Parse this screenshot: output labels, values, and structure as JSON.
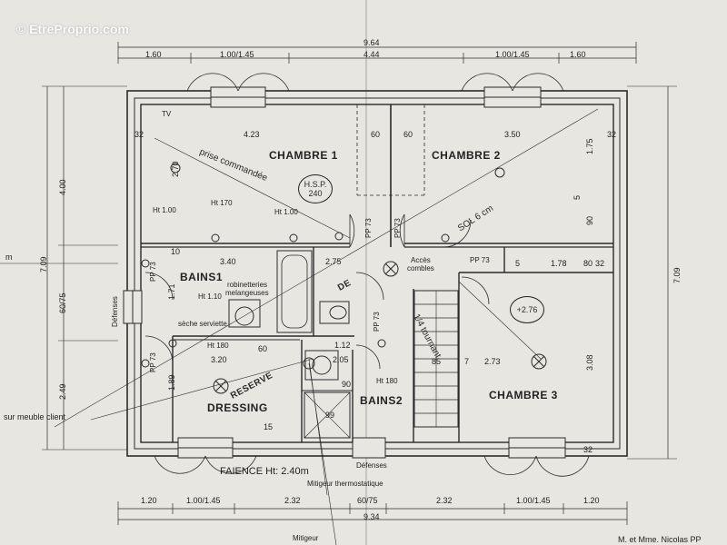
{
  "watermark": "© EtreProprio.com",
  "rooms": {
    "chambre1": "CHAMBRE 1",
    "chambre2": "CHAMBRE 2",
    "chambre3": "CHAMBRE 3",
    "bains1": "BAINS1",
    "bains2": "BAINS2",
    "dressing": "DRESSING",
    "reserve": "RESERVE",
    "de": "DE"
  },
  "dims_top": {
    "total_outer": "9.64",
    "total_inner": "4.44",
    "seg1": "1.60",
    "seg2": "1.00/1.45",
    "seg3": "1.00/1.45",
    "seg4": "1.60"
  },
  "dims_bottom": {
    "total": "9.34",
    "seg1": "1.20",
    "seg2": "1.00/1.45",
    "seg3": "2.32",
    "seg4": "60/75",
    "seg5": "2.32",
    "seg6": "1.00/1.45",
    "seg7": "1.20"
  },
  "dims_left": {
    "total_upper": "4.00",
    "total": "7.09",
    "mid": "60/75",
    "lower": "2.49",
    "a": "2.70",
    "b": "1.71",
    "c": "1.89"
  },
  "dims_right": {
    "total": "7.09",
    "a": "1.75",
    "b": "5",
    "c": "90",
    "d": "3.08"
  },
  "inner_dims": {
    "c1_width": "4.23",
    "c2_width": "3.50",
    "wall_a": "60",
    "wall_b": "60",
    "b1_width": "3.40",
    "corridor": "2.75",
    "c3_w1": "1.78",
    "c3_w2": "2.73",
    "dressing_w": "3.20",
    "n80": "80",
    "n32a": "32",
    "n32b": "32",
    "n32c": "32",
    "n32d": "32",
    "n10": "10",
    "n60": "60",
    "n85": "85",
    "n90": "90",
    "n99": "99",
    "n15": "15",
    "n205": "2.05",
    "n7": "7",
    "n5": "5",
    "n112": "1.12"
  },
  "annotations": {
    "tv": "TV",
    "prise": "prise commandée",
    "ht100a": "Ht 1.00",
    "ht170": "Ht 170",
    "ht100b": "Ht 1.00",
    "hsp": "H.S.P.",
    "hsp_val": "240",
    "sol": "SOL 6 cm",
    "pp73a": "PP 73",
    "pp73b": "PP 73",
    "pp73c": "PP 73",
    "pp73d": "PP 73",
    "pp73e": "PP 73",
    "pp73f": "PP 73",
    "acces": "Accès",
    "combles": "combles",
    "level": "+2.76",
    "robinetteries": "robinetteries",
    "melangeuses": "melangeuses",
    "ht110": "Ht 1.10",
    "seche": "sèche serviette",
    "ht180a": "Ht 180",
    "ht180b": "Ht 180",
    "defenses_left": "Défenses",
    "defenses_bottom": "Défenses",
    "sur_meuble": "sur meuble client",
    "faience": "FAIENCE Ht: 2.40m",
    "mitigeur_thermo": "Mitigeur thermostatique",
    "mitigeur": "Mitigeur",
    "m_left": "m",
    "owner": "M. et Mme. Nicolas PP",
    "stair": "1/4 tournant"
  },
  "colors": {
    "paper": "#e7e6e1",
    "ink": "#2a2a2a"
  }
}
